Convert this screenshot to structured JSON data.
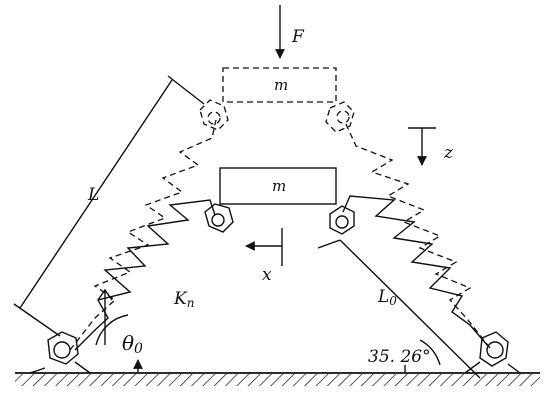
{
  "labels": {
    "force": "F",
    "mass_top": "m",
    "mass_bottom": "m",
    "axis_z": "z",
    "axis_x": "x",
    "length_L": "L",
    "length_L0": "L",
    "length_L0_sub": "0",
    "stiffness": "K",
    "stiffness_sub": "n",
    "angle_theta": "θ",
    "angle_theta_sub": "0",
    "angle_value": "35. 26°"
  },
  "colors": {
    "line": "#111111",
    "background": "#ffffff"
  }
}
